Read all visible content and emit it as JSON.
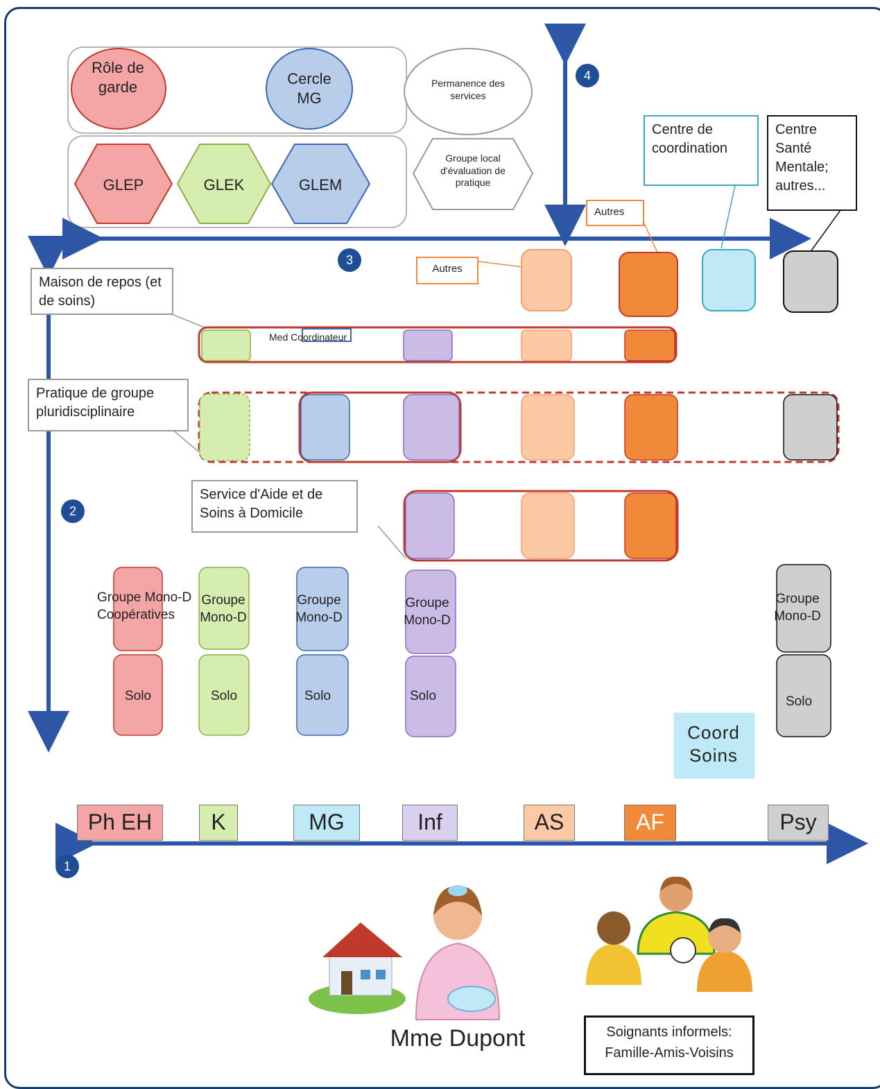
{
  "top": {
    "role_garde": "Rôle de garde",
    "cercle_mg": "Cercle MG",
    "permanence": "Permanence des services",
    "glep": "GLEP",
    "glek": "GLEK",
    "glem": "GLEM",
    "groupe_local": "Groupe local d'évaluation de pratique"
  },
  "markers": {
    "m1": "1",
    "m2": "2",
    "m3": "3",
    "m4": "4"
  },
  "callouts": {
    "centre_coord": "Centre de coordination",
    "centre_sante": "Centre Santé Mentale; autres...",
    "autres_1": "Autres",
    "autres_2": "Autres",
    "maison_repos": "Maison de repos (et de soins)",
    "med_coord": "Med Coordinateur",
    "pratique_groupe": "Pratique de groupe pluridisciplinaire",
    "service_aide": "Service d'Aide et de Soins à Domicile"
  },
  "groups": {
    "g1": "Groupe Mono-D Coopératives",
    "g2": "Groupe Mono-D",
    "g3": "Groupe Mono-D",
    "g4": "Groupe Mono-D",
    "g5": "Groupe Mono-D",
    "solo": "Solo",
    "coord_soins": "Coord Soins"
  },
  "categories": [
    {
      "label": "Ph EH",
      "color": "#f4a6a6",
      "text": "#222"
    },
    {
      "label": "K",
      "color": "#d6edb0",
      "text": "#222"
    },
    {
      "label": "MG",
      "color": "#bfe9f6",
      "text": "#222"
    },
    {
      "label": "Inf",
      "color": "#d9cfee",
      "text": "#222"
    },
    {
      "label": "AS",
      "color": "#fbc9a4",
      "text": "#222"
    },
    {
      "label": "AF",
      "color": "#f08a3a",
      "text": "#ffffff"
    },
    {
      "label": "Psy",
      "color": "#cfcfcf",
      "text": "#222"
    }
  ],
  "patient": {
    "name": "Mme Dupont"
  },
  "informal": {
    "label": "Soignants informels: Famille-Amis-Voisins"
  },
  "colors": {
    "red": "#f4a6a6",
    "green": "#d6edb0",
    "blue": "#b8cdea",
    "purple": "#cbbce6",
    "peach": "#fbc9a4",
    "orange": "#f08a3a",
    "lightblue": "#bfe9f6",
    "grey": "#c8c8c8",
    "axis": "#2e56a6",
    "frame_red": "#c0392b"
  }
}
